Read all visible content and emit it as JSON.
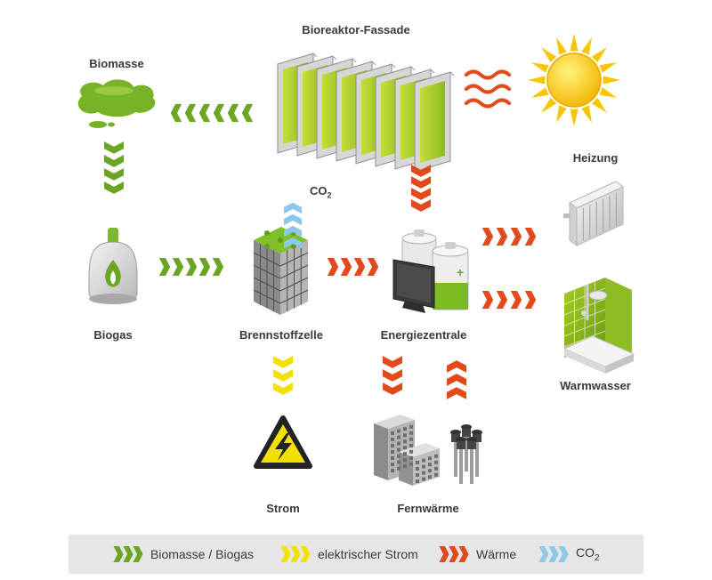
{
  "nodes": {
    "bioreaktor": "Bioreaktor-Fassade",
    "biomasse": "Biomasse",
    "heizung": "Heizung",
    "biogas": "Biogas",
    "brennstoffzelle": "Brennstoffzelle",
    "energiezentrale": "Energiezentrale",
    "warmwasser": "Warmwasser",
    "strom": "Strom",
    "fernwaerme": "Fernwärme"
  },
  "co2": {
    "base": "CO",
    "sub": "2"
  },
  "legend": [
    {
      "label": "Biomasse / Biogas",
      "color": "#6aa524"
    },
    {
      "label": "elektrischer Strom",
      "color": "#f2e000"
    },
    {
      "label": "Wärme",
      "color": "#e24a1c"
    },
    {
      "label": "CO",
      "sub": "2",
      "color": "#8cc8ea"
    }
  ],
  "colors": {
    "biomass": "#6aa524",
    "electric": "#f2e000",
    "heat": "#e24a1c",
    "co2": "#8cc8ea",
    "algae": "#8fc31f",
    "sun": "#f7c600"
  }
}
